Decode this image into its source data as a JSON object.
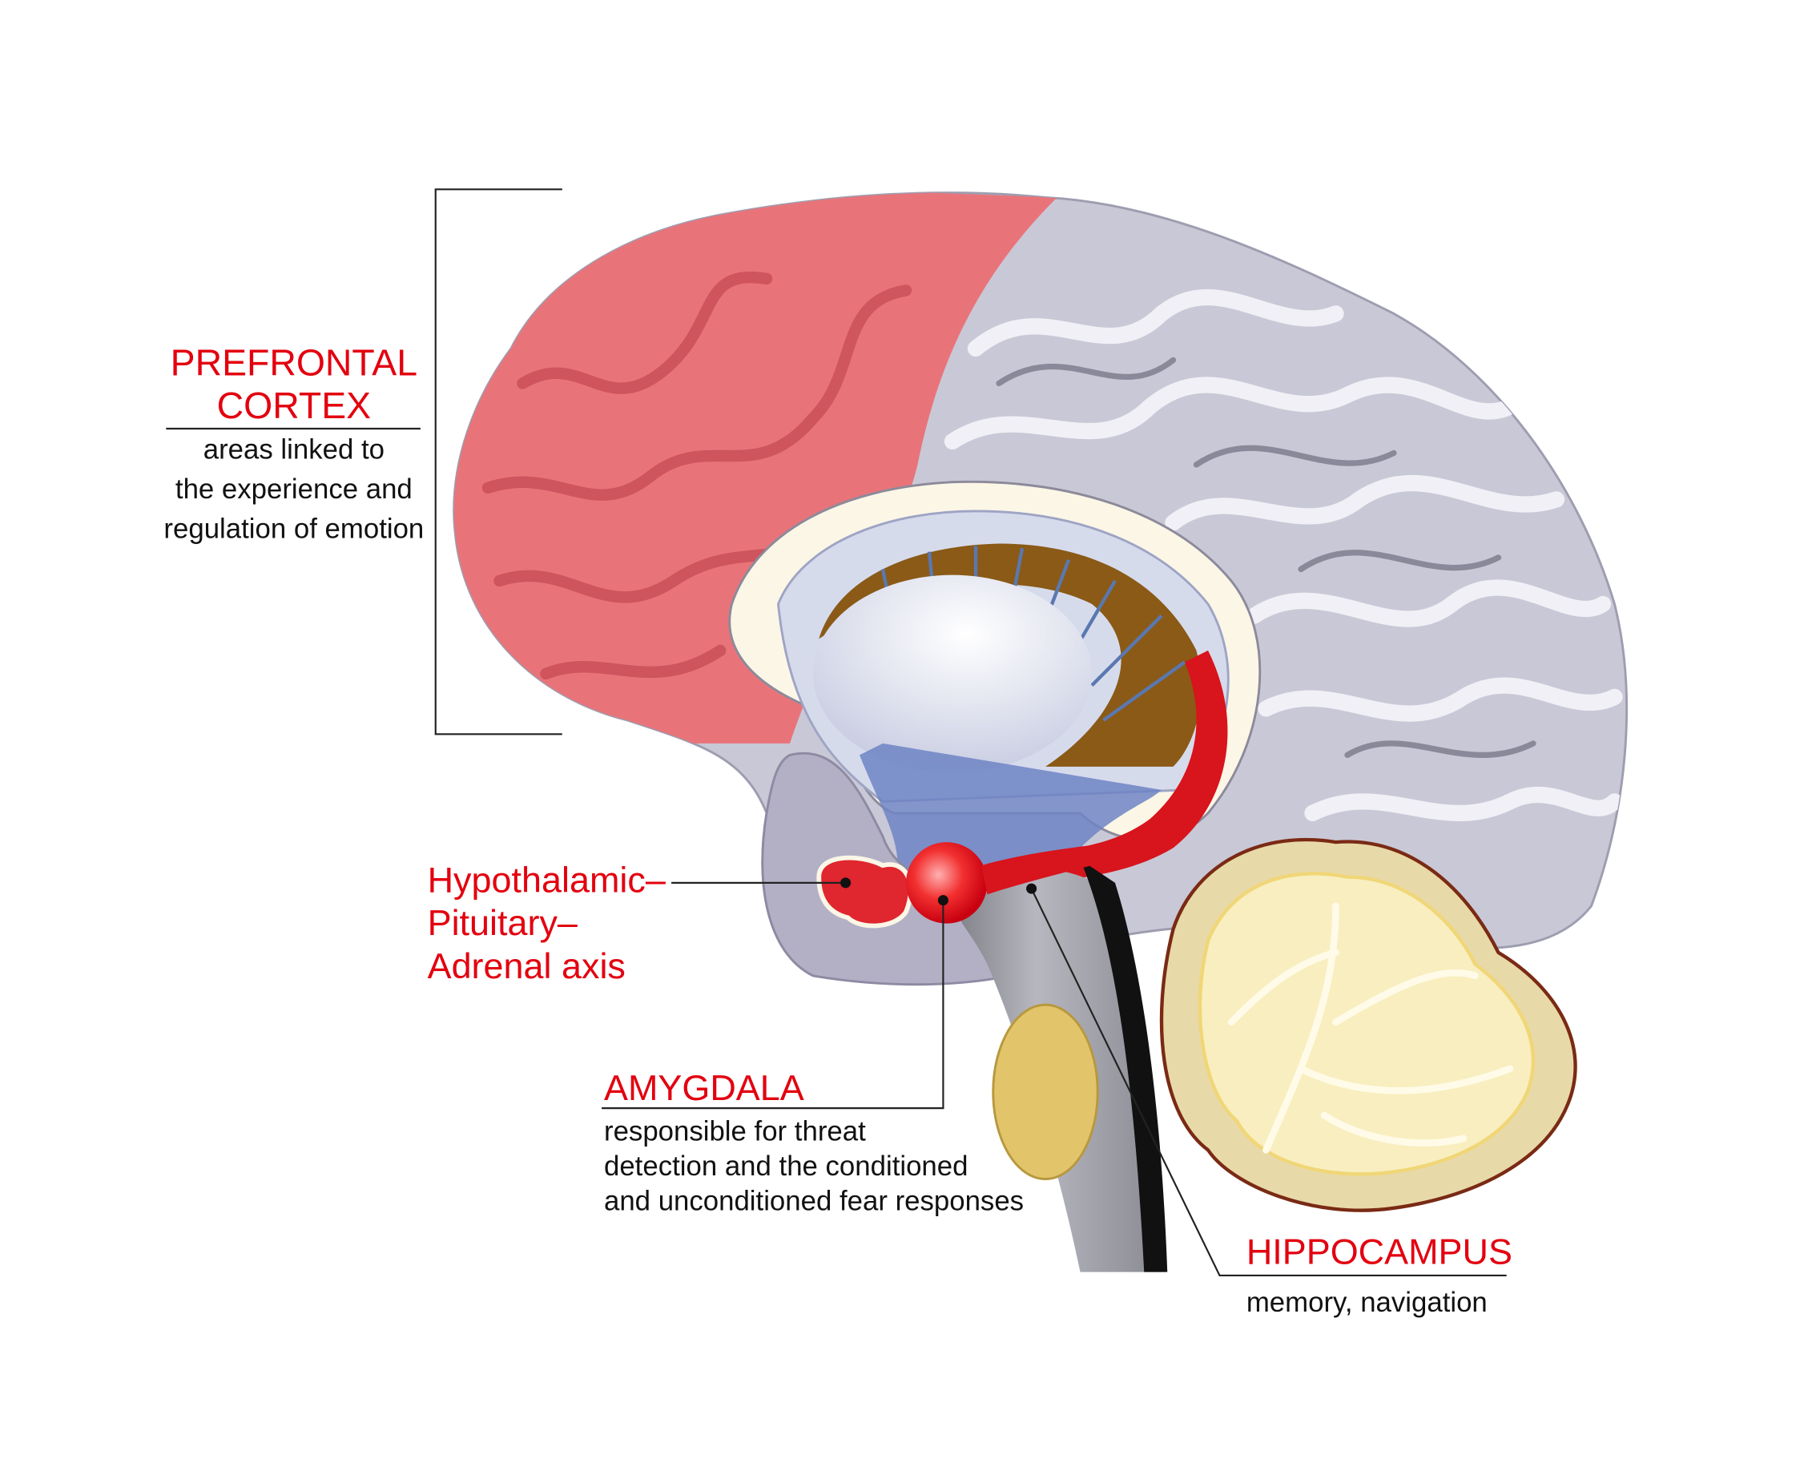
{
  "labels": {
    "prefrontal": {
      "title_lines": [
        "PREFRONTAL",
        "CORTEX"
      ],
      "desc_lines": [
        "areas linked to",
        "the experience and",
        "regulation of emotion"
      ]
    },
    "hpa": {
      "title_lines": [
        "Hypothalamic–",
        "Pituitary–",
        "Adrenal axis"
      ]
    },
    "amygdala": {
      "title": "AMYGDALA",
      "desc_lines": [
        "responsible for threat",
        "detection and the conditioned",
        "and unconditioned fear responses"
      ]
    },
    "hippocampus": {
      "title": "HIPPOCAMPUS",
      "desc": "memory, navigation"
    }
  },
  "colors": {
    "label_red": "#e3000f",
    "prefrontal": "#e8747a",
    "brain_gray": "#c9c8d6",
    "limbic_red": "#d8141c",
    "cerebellum": "#f3e7b5"
  }
}
